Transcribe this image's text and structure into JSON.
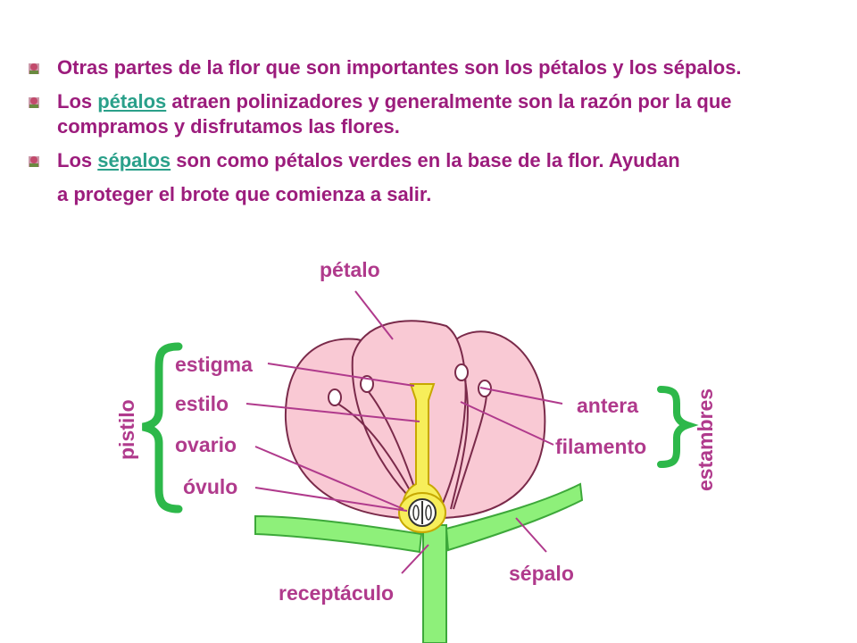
{
  "slide": {
    "bullets": [
      {
        "pre": "Otras partes de la flor que son importantes son los pétalos y los sépalos.",
        "link": "",
        "post": ""
      },
      {
        "pre": "Los ",
        "link": "pétalos",
        "post": " atraen polinizadores y generalmente son la razón por la que compramos y disfrutamos las flores."
      },
      {
        "pre": "Los ",
        "link": "sépalos",
        "post": " son como pétalos verdes en la base de la flor. Ayudan",
        "line2": "a proteger el brote que comienza a salir."
      }
    ],
    "bullet_icon": "flower-bullet-icon"
  },
  "diagram": {
    "labels": {
      "petalo": "pétalo",
      "estigma": "estigma",
      "estilo": "estilo",
      "ovario": "ovario",
      "ovulo": "óvulo",
      "antera": "antera",
      "filamento": "filamento",
      "sepalo": "sépalo",
      "receptaculo": "receptáculo",
      "pistilo": "pistilo",
      "estambres": "estambres"
    },
    "colors": {
      "petal": "#f9c9d4",
      "petal_outline": "#7a2a4a",
      "stem": "#8ef07a",
      "stem_outline": "#3da83a",
      "pistil": "#f7ee5a",
      "pistil_outline": "#c7a800",
      "label": "#b03a8c",
      "brace": "#2db84a",
      "text": "#9c1c7c",
      "link": "#2aa08a"
    }
  }
}
